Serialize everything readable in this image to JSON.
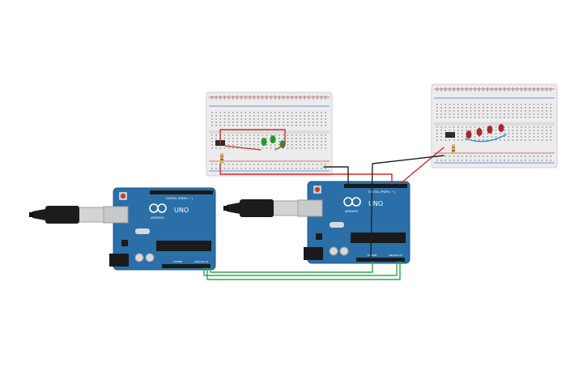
{
  "colors": {
    "board": "#2a6fa8",
    "board_edge": "#1f5b8c",
    "breadboard": "#ececec",
    "breadboard_edge": "#cfcfcf",
    "rail_red": "#e04040",
    "rail_blue": "#4a6fd0",
    "wire_red": "#d42a2a",
    "wire_black": "#222222",
    "wire_green": "#2aa84a",
    "wire_blue": "#2f8fd8",
    "led_green": "#1f9a2f",
    "led_red": "#b0242a",
    "usb_metal": "#c9c9c9",
    "usb_black": "#1c1c1c"
  },
  "boards": [
    {
      "logo": "ARDUINO",
      "model": "UNO",
      "digital_label": "DIGITAL (PWM= ~)",
      "power_label": "POWER",
      "analog_label": "ANALOG IN"
    },
    {
      "logo": "ARDUINO",
      "model": "UNO",
      "digital_label": "DIGITAL (PWM= ~)",
      "power_label": "POWER",
      "analog_label": "ANALOG IN"
    }
  ],
  "breadboards": [
    {
      "led_color": "green",
      "led_count": 3
    },
    {
      "led_color": "red",
      "led_count": 4
    }
  ],
  "icons": [
    "usb-cable-icon",
    "led-icon",
    "resistor-icon",
    "tactile-switch-icon"
  ]
}
